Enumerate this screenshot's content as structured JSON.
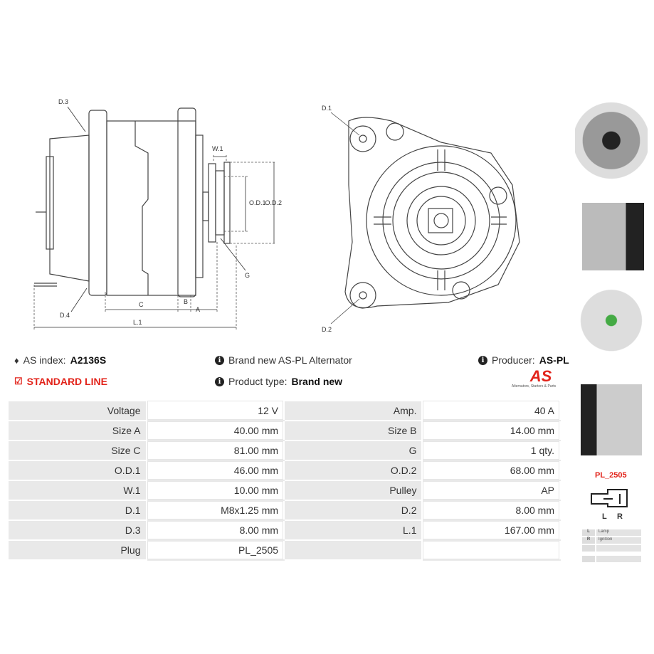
{
  "drawing_labels": {
    "d3": "D.3",
    "d4": "D.4",
    "w1": "W.1",
    "od1": "O.D.1",
    "od2": "O.D.2",
    "g": "G",
    "c": "C",
    "b": "B",
    "a": "A",
    "l1": "L.1",
    "d1": "D.1",
    "d2": "D.2"
  },
  "info": {
    "as_index_label": "AS index:",
    "as_index": "A2136S",
    "standard_line": "STANDARD LINE",
    "brand_new_text": "Brand new AS-PL Alternator",
    "product_type_label": "Product type:",
    "product_type": "Brand new",
    "producer_label": "Producer:",
    "producer": "AS-PL"
  },
  "logo": {
    "text": "AS",
    "tagline": "Alternators, Starters & Parts",
    "color": "#e2231a"
  },
  "specs": [
    [
      "Voltage",
      "12 V",
      "Amp.",
      "40 A"
    ],
    [
      "Size A",
      "40.00 mm",
      "Size B",
      "14.00 mm"
    ],
    [
      "Size C",
      "81.00 mm",
      "G",
      "1 qty."
    ],
    [
      "O.D.1",
      "46.00 mm",
      "O.D.2",
      "68.00 mm"
    ],
    [
      "W.1",
      "10.00 mm",
      "Pulley",
      "AP"
    ],
    [
      "D.1",
      "M8x1.25 mm",
      "D.2",
      "8.00 mm"
    ],
    [
      "D.3",
      "8.00 mm",
      "L.1",
      "167.00 mm"
    ],
    [
      "Plug",
      "PL_2505",
      "",
      ""
    ]
  ],
  "plug": {
    "name": "PL_2505",
    "pins": [
      "L",
      "R"
    ],
    "legend": [
      [
        "L",
        "Lamp"
      ],
      [
        "R",
        "Ignition"
      ],
      [
        "",
        ""
      ],
      [
        "",
        ""
      ]
    ]
  }
}
